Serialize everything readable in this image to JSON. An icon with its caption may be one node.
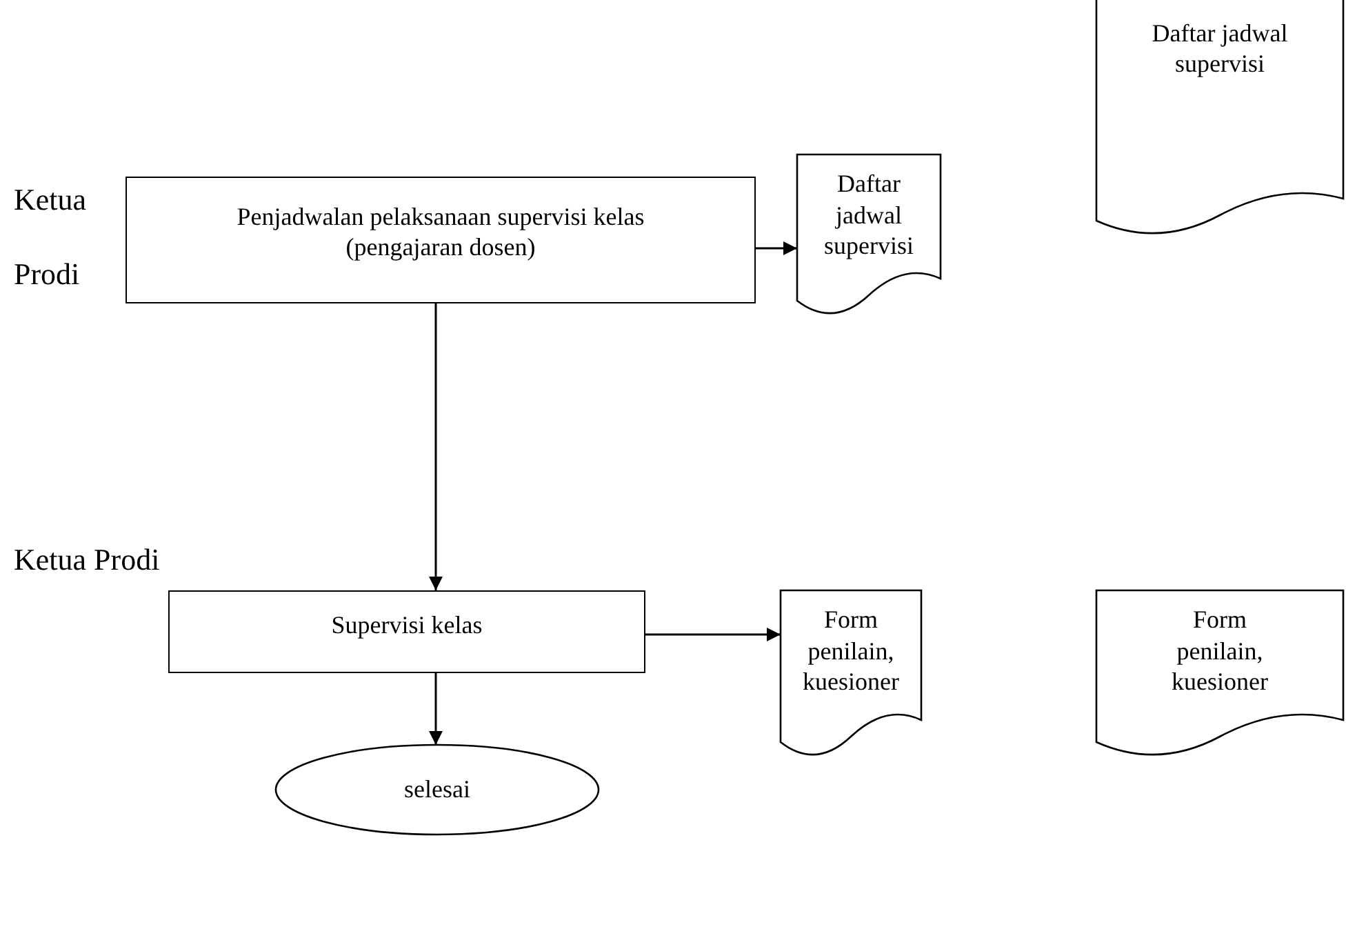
{
  "diagram": {
    "nodes": [
      {
        "text": [
          "Penjadwalan pelaksanaan supervisi kelas (pengajaran dosen)"
        ],
        "beside": [
          "Ketua Prodi"
        ]
      },
      {
        "text": [
          "Daftar jadwal supervisi"
        ]
      },
      {
        "text": [
          "Daftar jadwal supervisi"
        ]
      },
      {
        "text": [
          "Supervisi kelas"
        ],
        "beside": [
          "Ketua Prodi"
        ]
      },
      {
        "text": [
          "Form penilain, kuesioner"
        ]
      },
      {
        "text": [
          "Form penilain, kuesioner"
        ]
      },
      {
        "text": [
          "selesai"
        ]
      }
    ],
    "edges": [
      {
        "from": 0,
        "to": 1,
        "arrow": "to"
      },
      {
        "from": 0,
        "to": 3,
        "arrow": "to"
      },
      {
        "from": 3,
        "to": 4,
        "arrow": "to"
      },
      {
        "from": 3,
        "to": 6,
        "arrow": "to"
      }
    ]
  }
}
